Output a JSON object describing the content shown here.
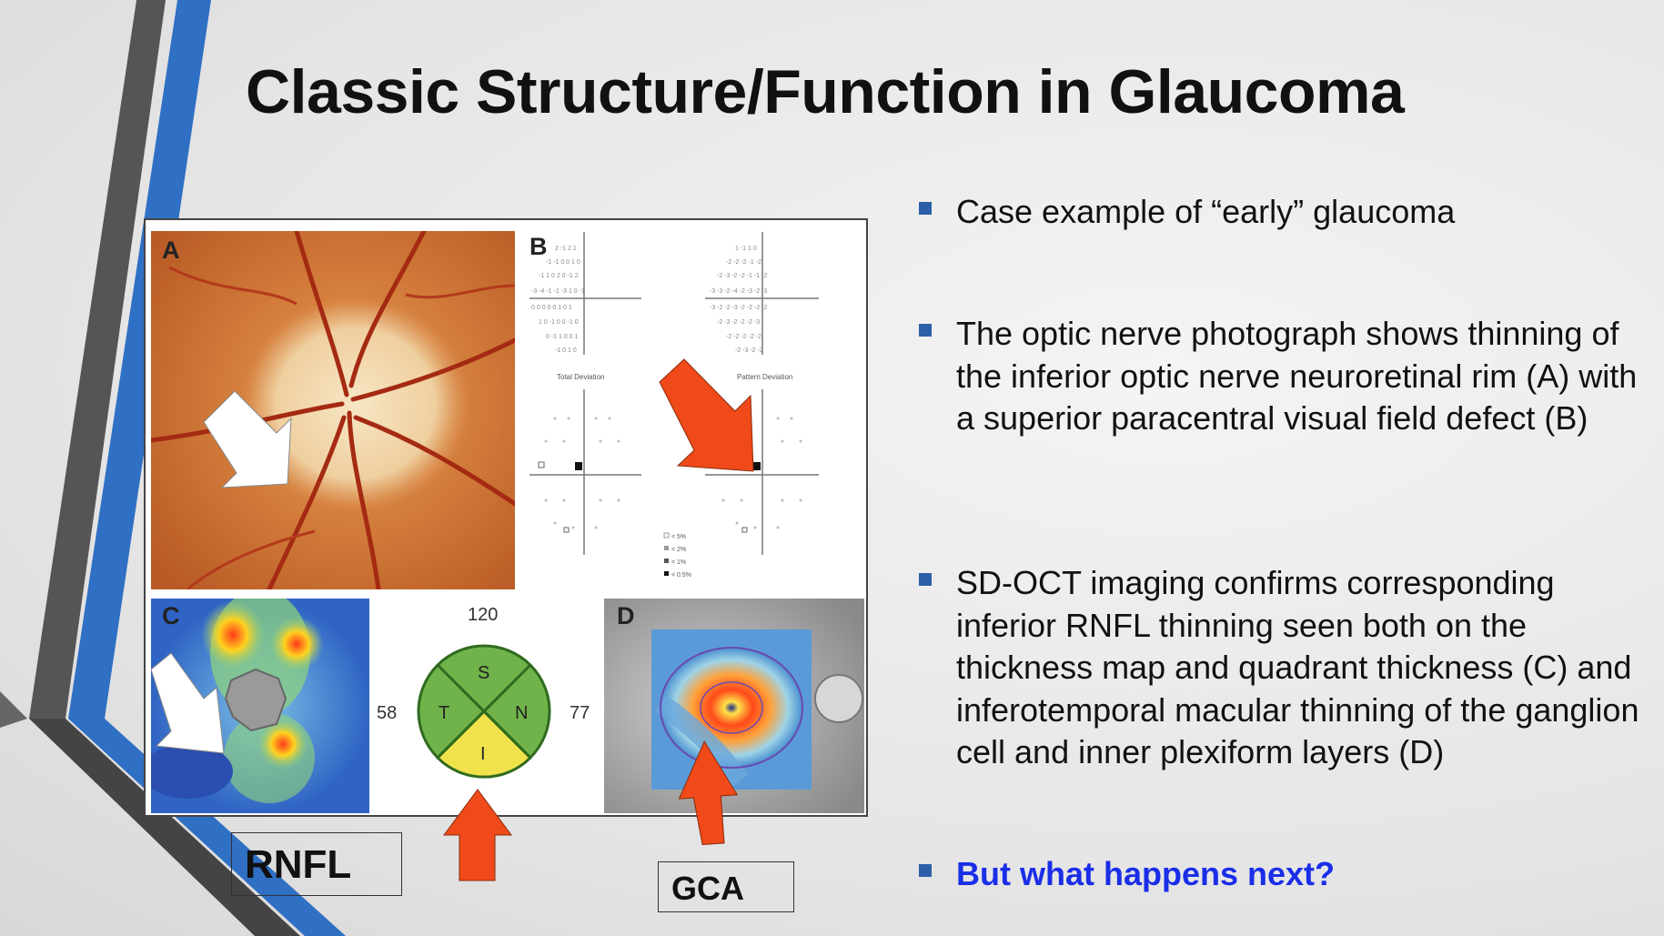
{
  "title": "Classic Structure/Function in Glaucoma",
  "figure": {
    "panels": {
      "a": "A",
      "b": "B",
      "c": "C",
      "d": "D"
    },
    "visual_field": {
      "total_deviation_label": "Total Deviation",
      "pattern_deviation_label": "Pattern Deviation",
      "legend": [
        "< 5%",
        "< 2%",
        "< 1%",
        "< 0.5%"
      ]
    },
    "quadrant": {
      "superior": "S",
      "temporal": "T",
      "nasal": "N",
      "inferior": "I",
      "value_superior": "120",
      "value_temporal": "58",
      "value_nasal": "77"
    }
  },
  "tags": {
    "rnfl": "RNFL",
    "gca": "GCA"
  },
  "bullets": [
    {
      "text": "Case example of “early” glaucoma"
    },
    {
      "text": "The optic nerve photograph shows thinning of the inferior optic nerve neuroretinal rim (A) with a superior paracentral visual field defect (B)"
    },
    {
      "text": "SD-OCT imaging confirms corresponding inferior RNFL thinning seen both on the thickness map and quadrant thickness (C) and inferotemporal macular thinning of the ganglion cell and inner plexiform layers (D)"
    },
    {
      "text": "But what happens next?"
    }
  ],
  "colors": {
    "accent_blue": "#2c5fa8",
    "highlight_text": "#1a2ee8",
    "arrow": "#f04a1a"
  }
}
